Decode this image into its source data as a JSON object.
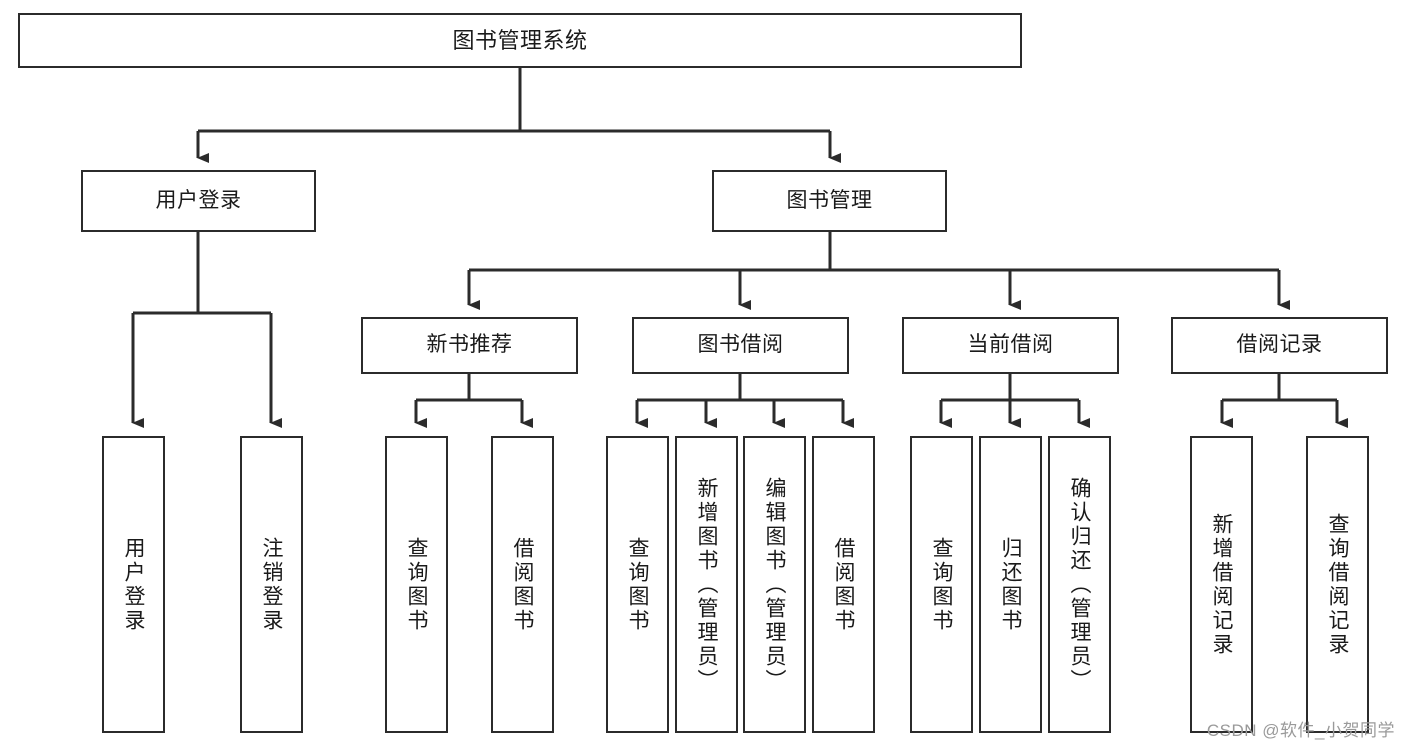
{
  "diagram": {
    "title": "图书管理系统",
    "type": "tree-hierarchy-diagram",
    "colors": {
      "box_border": "#2b2b2b",
      "box_fill": "#ffffff",
      "connector": "#2b2b2b",
      "text": "#1a1a1a",
      "watermark": "#9a9a9a"
    },
    "nodes": {
      "root": {
        "label": "图书管理系统"
      },
      "level2": [
        {
          "label": "用户登录"
        },
        {
          "label": "图书管理"
        }
      ],
      "level3": [
        {
          "label": "新书推荐"
        },
        {
          "label": "图书借阅"
        },
        {
          "label": "当前借阅"
        },
        {
          "label": "借阅记录"
        }
      ],
      "leaves": [
        {
          "label": "用户登录",
          "parent": "用户登录"
        },
        {
          "label": "注销登录",
          "parent": "用户登录"
        },
        {
          "label": "查询图书",
          "parent": "新书推荐"
        },
        {
          "label": "借阅图书",
          "parent": "新书推荐"
        },
        {
          "label": "查询图书",
          "parent": "图书借阅"
        },
        {
          "label": "新增图书（管理员）",
          "parent": "图书借阅"
        },
        {
          "label": "编辑图书（管理员）",
          "parent": "图书借阅"
        },
        {
          "label": "借阅图书",
          "parent": "图书借阅"
        },
        {
          "label": "查询图书",
          "parent": "当前借阅"
        },
        {
          "label": "归还图书",
          "parent": "当前借阅"
        },
        {
          "label": "确认归还（管理员）",
          "parent": "当前借阅"
        },
        {
          "label": "新增借阅记录",
          "parent": "借阅记录"
        },
        {
          "label": "查询借阅记录",
          "parent": "借阅记录"
        }
      ]
    },
    "watermark": "CSDN @软件_小贺同学"
  }
}
